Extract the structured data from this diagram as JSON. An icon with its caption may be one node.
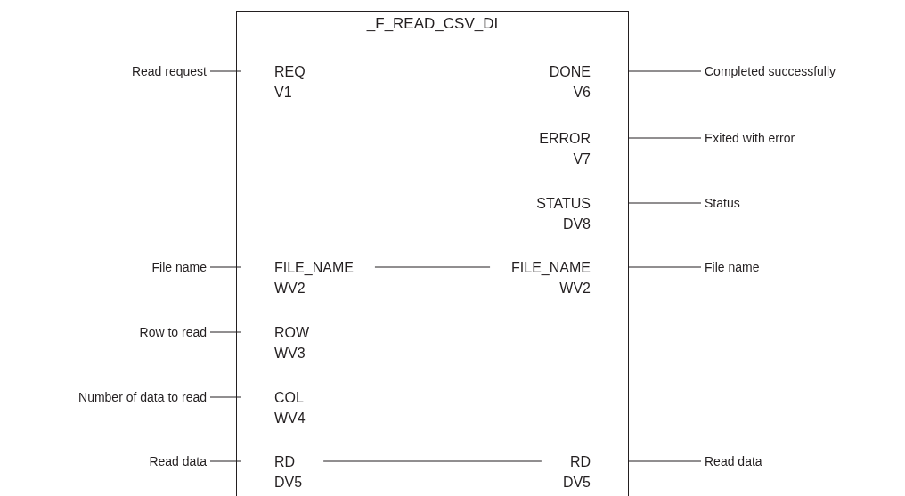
{
  "diagram": {
    "nodes": [
      {
        "text": [
          "_F_READ_CSV_DI"
        ]
      },
      {
        "text": [
          "REQ",
          "V1"
        ],
        "in": 0
      },
      {
        "text": [
          "DONE",
          "V6"
        ],
        "in": 0
      },
      {
        "text": [
          "ERROR",
          "V7"
        ],
        "in": 0
      },
      {
        "text": [
          "STATUS",
          "DV8"
        ],
        "in": 0
      },
      {
        "text": [
          "FILE_NAME",
          "WV2"
        ],
        "in": 0
      },
      {
        "text": [
          "FILE_NAME",
          "WV2"
        ],
        "in": 0
      },
      {
        "text": [
          "ROW",
          "WV3"
        ],
        "in": 0
      },
      {
        "text": [
          "COL",
          "WV4"
        ],
        "in": 0
      },
      {
        "text": [
          "RD",
          "DV5"
        ],
        "in": 0
      },
      {
        "text": [
          "RD",
          "DV5"
        ],
        "in": 0
      },
      {
        "text": [
          "Read request"
        ]
      },
      {
        "text": [
          "Completed successfully"
        ]
      },
      {
        "text": [
          "Exited with error"
        ]
      },
      {
        "text": [
          "Status"
        ]
      },
      {
        "text": [
          "File name"
        ]
      },
      {
        "text": [
          "File name"
        ]
      },
      {
        "text": [
          "Row to read"
        ]
      },
      {
        "text": [
          "Number of data to read"
        ]
      },
      {
        "text": [
          "Read data"
        ]
      },
      {
        "text": [
          "Read data"
        ]
      }
    ],
    "edges": [
      {
        "from": 11,
        "to": 1,
        "arrow": "none"
      },
      {
        "from": 2,
        "to": 12,
        "arrow": "none"
      },
      {
        "from": 3,
        "to": 13,
        "arrow": "none"
      },
      {
        "from": 4,
        "to": 14,
        "arrow": "none"
      },
      {
        "from": 15,
        "to": 5,
        "arrow": "none"
      },
      {
        "from": 5,
        "to": 6,
        "arrow": "none"
      },
      {
        "from": 6,
        "to": 16,
        "arrow": "none"
      },
      {
        "from": 17,
        "to": 7,
        "arrow": "none"
      },
      {
        "from": 18,
        "to": 8,
        "arrow": "none"
      },
      {
        "from": 19,
        "to": 9,
        "arrow": "none"
      },
      {
        "from": 9,
        "to": 10,
        "arrow": "none"
      },
      {
        "from": 10,
        "to": 20,
        "arrow": "none"
      }
    ]
  }
}
